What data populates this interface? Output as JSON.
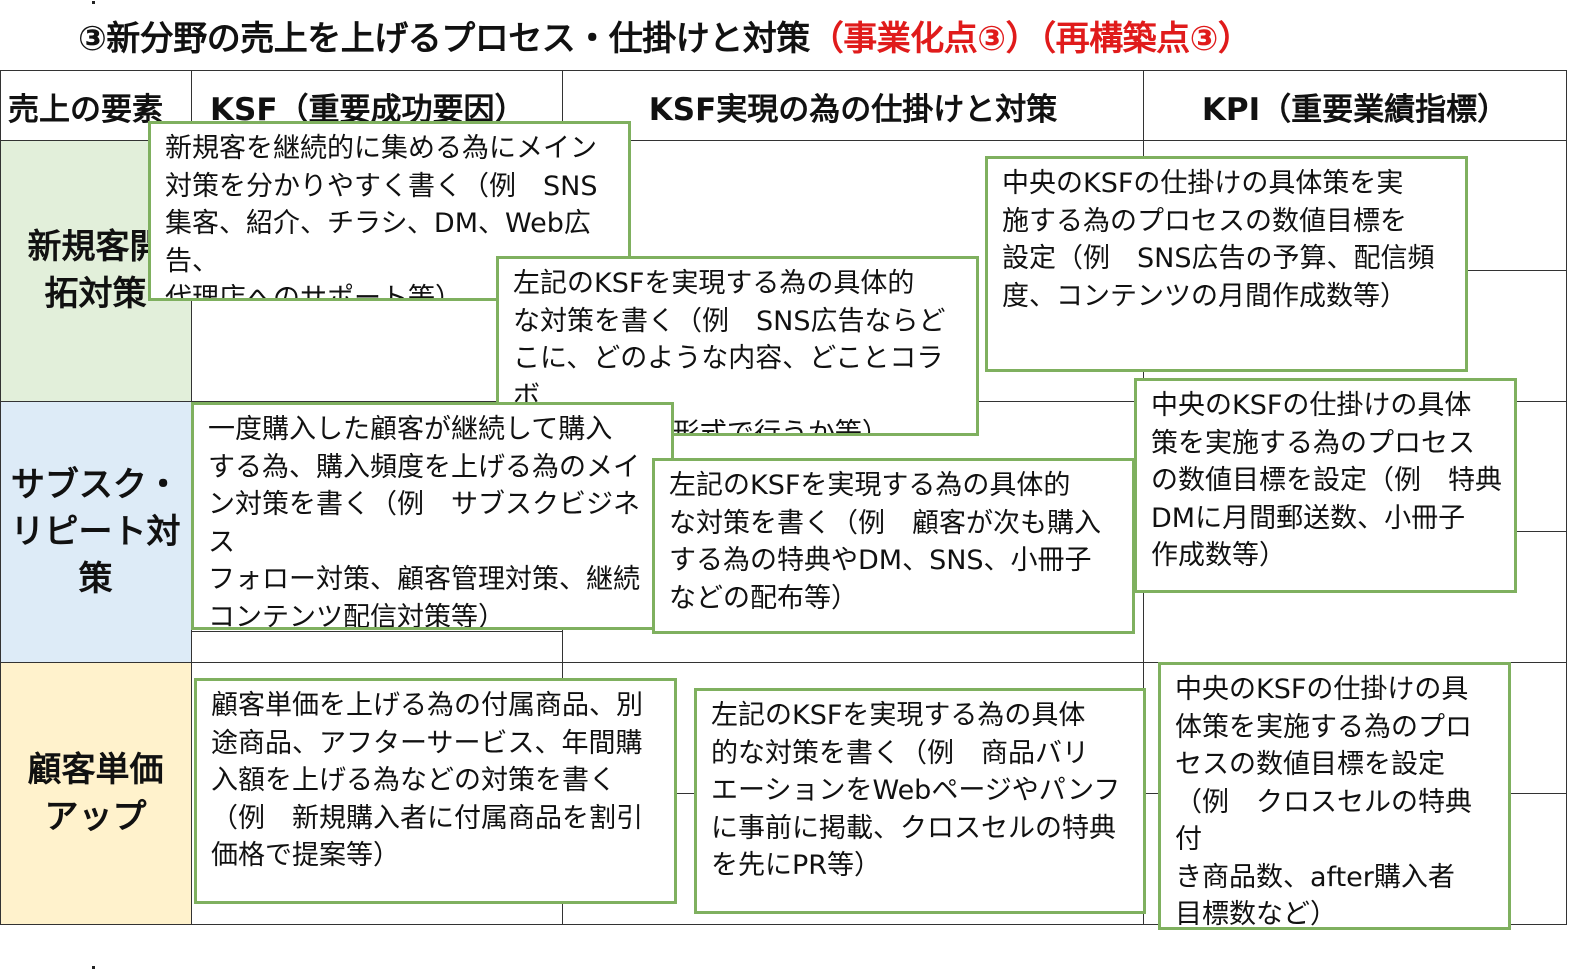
{
  "title": {
    "main": "③新分野の売上を上げるプロセス・仕掛けと対策",
    "red": "（事業化点③）（再構築点③）"
  },
  "colors": {
    "title_red": "#e01b1b",
    "row1_bg": "#e2efda",
    "row2_bg": "#ddebf7",
    "row3_bg": "#fff2cc",
    "note_border": "#7fb05f",
    "grid_line": "#333333"
  },
  "table": {
    "headers": [
      "売上の要素",
      "KSF（重要成功要因）",
      "KSF実現の為の仕掛けと対策",
      "KPI（重要業績指標）"
    ],
    "rows": [
      {
        "label": "新規客開\n拓対策"
      },
      {
        "label": "サブスク・\nリピート対\n策"
      },
      {
        "label": "顧客単価\nアップ"
      }
    ]
  },
  "notes": [
    {
      "row": 1,
      "column": "KSF",
      "text": "新規客を継続的に集める為にメイン\n対策を分かりやすく書く（例　SNS\n集客、紹介、チラシ、DM、Web広告、\n代理店へのサポート等）"
    },
    {
      "row": 1,
      "column": "KSF実現",
      "text": "左記のKSFを実現する為の具体的\nな対策を書く（例　SNS広告ならど\nこに、どのような内容、どことコラボ\nして、どんな形式で行うか等）"
    },
    {
      "row": 1,
      "column": "KPI",
      "text": "中央のKSFの仕掛けの具体策を実\n施する為のプロセスの数値目標を\n設定（例　SNS広告の予算、配信頻\n度、コンテンツの月間作成数等）"
    },
    {
      "row": 2,
      "column": "KSF",
      "text": "一度購入した顧客が継続して購入\nする為、購入頻度を上げる為のメイ\nン対策を書く（例　サブスクビジネス\nフォロー対策、顧客管理対策、継続\nコンテンツ配信対策等）"
    },
    {
      "row": 2,
      "column": "KSF実現",
      "text": "左記のKSFを実現する為の具体的\nな対策を書く（例　顧客が次も購入\nする為の特典やDM、SNS、小冊子\nなどの配布等）"
    },
    {
      "row": 2,
      "column": "KPI",
      "text": "中央のKSFの仕掛けの具体\n策を実施する為のプロセス\nの数値目標を設定（例　特典\nDMに月間郵送数、小冊子\n作成数等）"
    },
    {
      "row": 3,
      "column": "KSF",
      "text": "顧客単価を上げる為の付属商品、別\n途商品、アフターサービス、年間購\n入額を上げる為などの対策を書く\n（例　新規購入者に付属商品を割引\n価格で提案等）"
    },
    {
      "row": 3,
      "column": "KSF実現",
      "text": "左記のKSFを実現する為の具体\n的な対策を書く（例　商品バリ\nエーションをWebページやパンフ\nに事前に掲載、クロスセルの特典\nを先にPR等）"
    },
    {
      "row": 3,
      "column": "KPI",
      "text": "中央のKSFの仕掛けの具\n体策を実施する為のプロ\nセスの数値目標を設定\n（例　クロスセルの特典付\nき商品数、after購入者\n目標数など）"
    }
  ]
}
